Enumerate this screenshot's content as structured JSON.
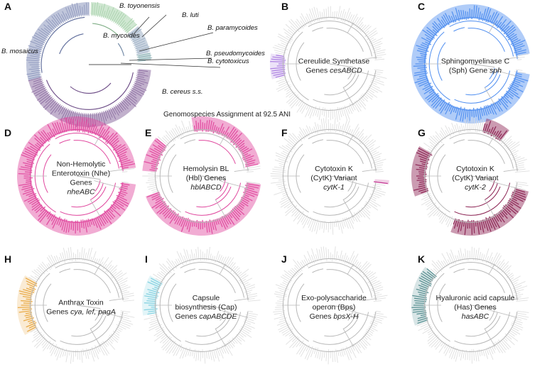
{
  "colors": {
    "base": "#dcdcdc",
    "baseDark": "#b8b8b8"
  },
  "panelA": {
    "letter": "A",
    "assignment": "Genomospecies Assignment at 92.5 ANI",
    "species": [
      {
        "name": "B. mosaicus",
        "color": "#8d97bd"
      },
      {
        "name": "B. toyonensis",
        "color": "#a9d3ad"
      },
      {
        "name": "B. luti",
        "color": "#8d97bd"
      },
      {
        "name": "B. mycoides",
        "color": "#9fb1c6"
      },
      {
        "name": "B. paramycoides",
        "color": "#7a8fb2"
      },
      {
        "name": "B. pseudomycoides",
        "color": "#8fb4b8"
      },
      {
        "name": "B. cytotoxicus",
        "color": "#6f9aa1"
      },
      {
        "name": "B. cereus s.s.",
        "color": "#8e6fa3"
      }
    ]
  },
  "panels": [
    {
      "id": "B",
      "letter": "B",
      "lines": [
        "Cereulide Synthetase",
        "Genes "
      ],
      "italic": "cesABCD",
      "color": "#a97be0"
    },
    {
      "id": "C",
      "letter": "C",
      "lines": [
        "Sphingomyelinase C",
        "(Sph) Gene "
      ],
      "italic": "sph",
      "color": "#4f8ef0"
    },
    {
      "id": "D",
      "letter": "D",
      "lines": [
        "Non-Hemolytic",
        "Enterotoxin (Nhe)",
        "Genes"
      ],
      "italic": "nheABC",
      "color": "#e0479e"
    },
    {
      "id": "E",
      "letter": "E",
      "lines": [
        "Hemolysin BL",
        "(Hbl) Genes"
      ],
      "italic": "hblABCD",
      "color": "#e0479e"
    },
    {
      "id": "F",
      "letter": "F",
      "lines": [
        "Cytotoxin K",
        "(CytK) Variant"
      ],
      "italic": "cytK-1",
      "color": "#c02a8c"
    },
    {
      "id": "G",
      "letter": "G",
      "lines": [
        "Cytotoxin K",
        "(CytK) Variant"
      ],
      "italic": "cytK-2",
      "color": "#8b2252"
    },
    {
      "id": "H",
      "letter": "H",
      "lines": [
        "Anthrax Toxin",
        "Genes "
      ],
      "italic": "cya, lef, pagA",
      "color": "#e8a53a"
    },
    {
      "id": "I",
      "letter": "I",
      "lines": [
        "Capsule",
        "biosynthesis (Cap)",
        "Genes "
      ],
      "italic": "capABCDE",
      "color": "#7fd0e0"
    },
    {
      "id": "J",
      "letter": "J",
      "lines": [
        "Exo-polysaccharide",
        "operon (Bps)",
        "Genes "
      ],
      "italic": "bpsX-H",
      "color": "#888888"
    },
    {
      "id": "K",
      "letter": "K",
      "lines": [
        "Hyaluronic acid capsule",
        "(Has) Genes"
      ],
      "italic": "hasABC",
      "color": "#4f8a8b"
    }
  ]
}
